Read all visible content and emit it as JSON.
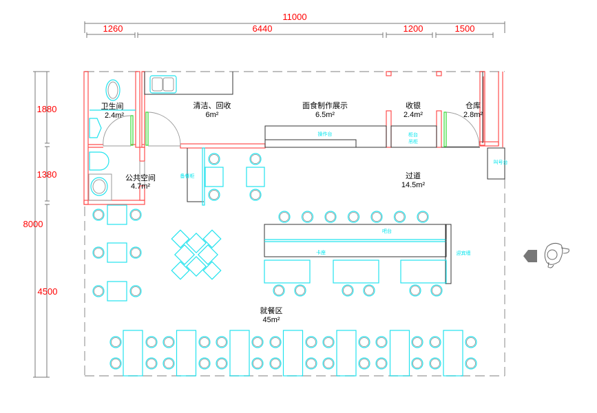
{
  "dimensions": {
    "top_total": "11000",
    "top_segments": [
      "1260",
      "6440",
      "1200",
      "1500"
    ],
    "left_total": "8000",
    "left_segments": [
      "1880",
      "1380",
      "4500"
    ]
  },
  "rooms": {
    "toilet": {
      "name": "卫生间",
      "area": "2.4m²"
    },
    "cleaning": {
      "name": "清洁、回收",
      "area": "6m²"
    },
    "noodle": {
      "name": "面食制作展示",
      "area": "6.5m²"
    },
    "cashier": {
      "name": "收银",
      "area": "2.4m²"
    },
    "storage": {
      "name": "仓库",
      "area": "2.8m²"
    },
    "public": {
      "name": "公共空间",
      "area": "4.7m²"
    },
    "corridor": {
      "name": "过道",
      "area": "14.5m²"
    },
    "dining": {
      "name": "就餐区",
      "area": "45m²"
    }
  },
  "furniture_labels": {
    "operation_table": "操作台",
    "counter": "柜台",
    "hanging_cabinet": "吊柜",
    "prep_cabinet": "备餐柜",
    "call_desk": "叫号台",
    "bar": "吧台",
    "booth": "卡座",
    "welcome_wall": "迎宾墙"
  },
  "icons": {
    "entrance_arrow": "arrow-left-icon",
    "person": "person-topview-icon"
  },
  "colors": {
    "wall": "#ff4d4d",
    "furniture": "#22e3ee",
    "dimension_text": "#ff0000",
    "door": "#33dd33"
  }
}
